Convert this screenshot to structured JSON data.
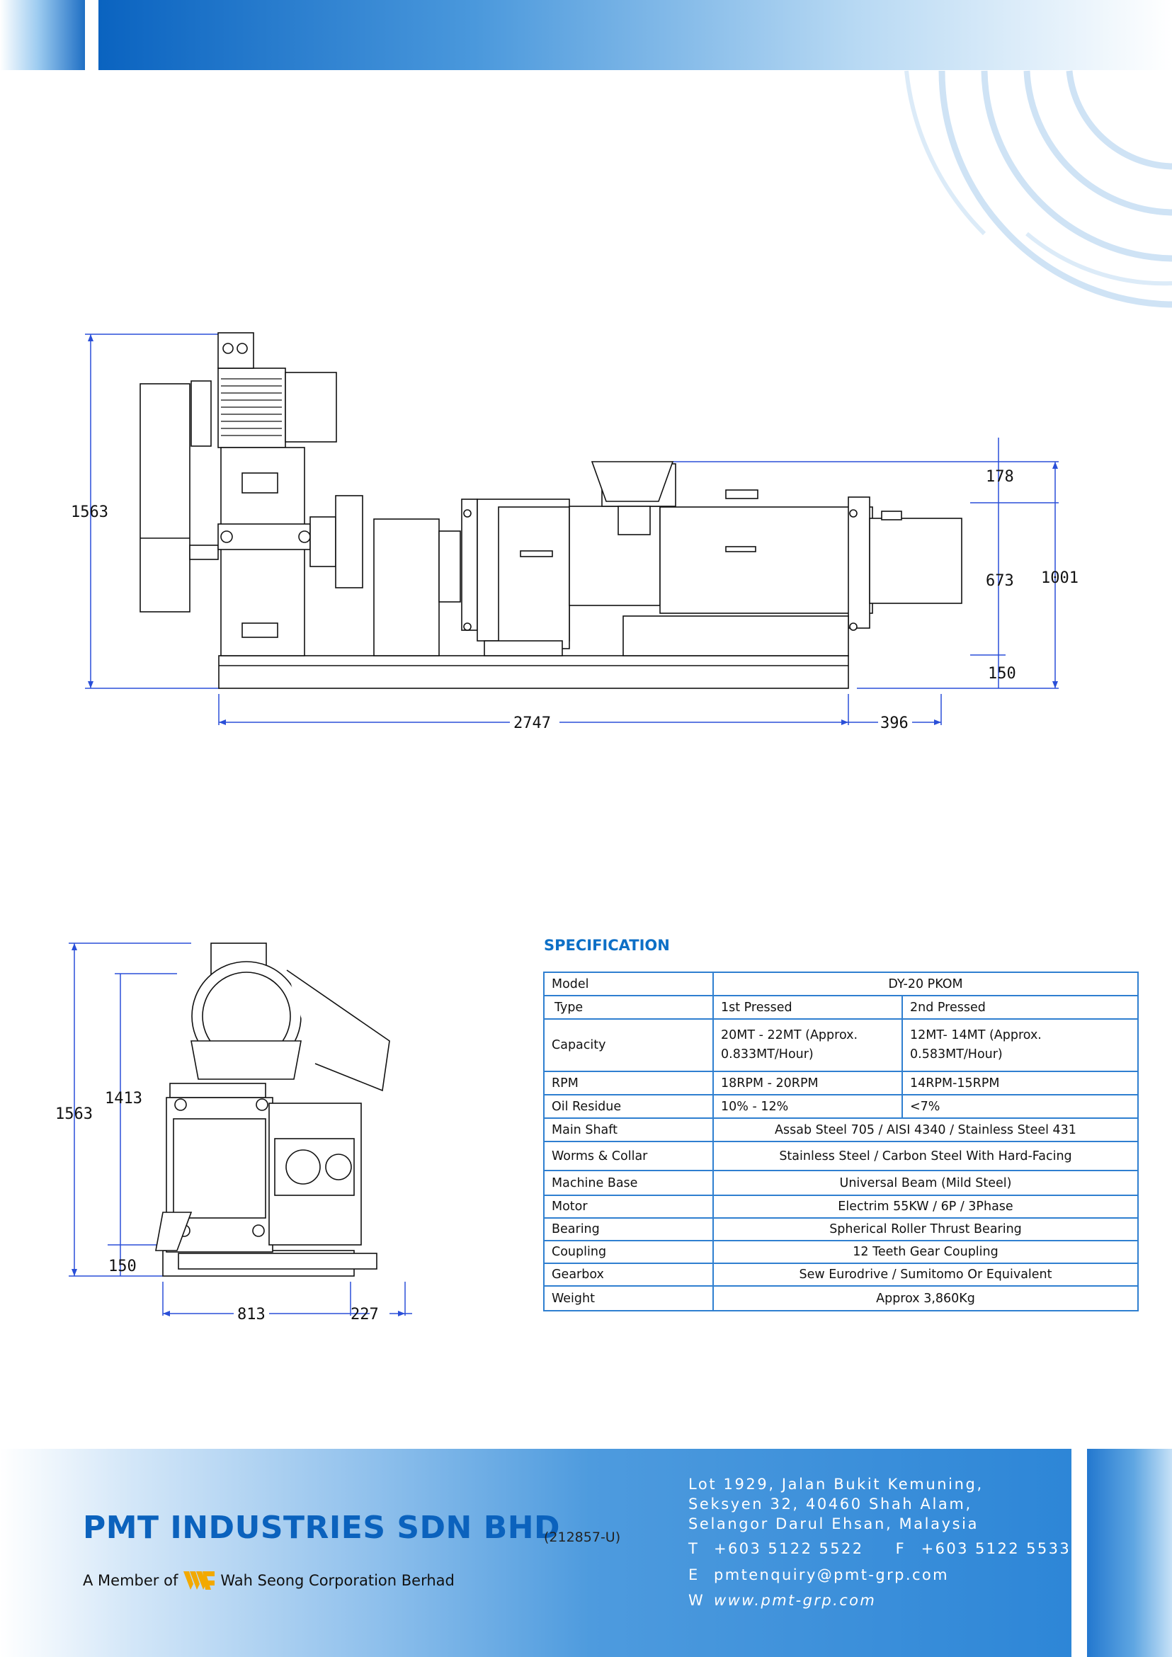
{
  "footer": {
    "company_name": "PMT INDUSTRIES SDN BHD",
    "registration_no": "(212857-U)",
    "member_prefix": "A Member of",
    "member_group": "Wah Seong Corporation Berhad",
    "address_line1": "Lot 1929, Jalan Bukit Kemuning,",
    "address_line2": "Seksyen 32, 40460 Shah Alam,",
    "address_line3": "Selangor Darul Ehsan, Malaysia",
    "tel_label": "T",
    "tel": "+603 5122 5522",
    "fax_label": "F",
    "fax": "+603 5122 5533",
    "email_label": "E",
    "email": "pmtenquiry@pmt-grp.com",
    "web_label": "W",
    "web": "www.pmt-grp.com"
  },
  "side_view": {
    "dim_total_height": "1563",
    "dim_hopper": "178",
    "dim_body": "673",
    "dim_overall_right": "1001",
    "dim_base": "150",
    "dim_length": "2747",
    "dim_extension": "396"
  },
  "end_view": {
    "dim_total_height": "1563",
    "dim_height_2": "1413",
    "dim_base": "150",
    "dim_width": "813",
    "dim_extension": "227"
  },
  "specification": {
    "title": "SPECIFICATION",
    "model_label": "Model",
    "model_value": "DY-20 PKOM",
    "type_label": "Type",
    "type_1": "1st  Pressed",
    "type_2": "2nd  Pressed",
    "capacity_label": "Capacity",
    "capacity_1": "20MT - 22MT (Approx. 0.833MT/Hour)",
    "capacity_2": "12MT- 14MT (Approx. 0.583MT/Hour)",
    "rpm_label": "RPM",
    "rpm_1": "18RPM - 20RPM",
    "rpm_2": "14RPM-15RPM",
    "oil_label": "Oil Residue",
    "oil_1": "10% - 12%",
    "oil_2": "<7%",
    "shaft_label": "Main Shaft",
    "shaft_value": "Assab Steel 705 / AISI 4340 /  Stainless Steel 431",
    "worms_label": "Worms & Collar",
    "worms_value": "Stainless Steel  /  Carbon Steel With Hard-Facing",
    "base_label": "Machine Base",
    "base_value": "Universal Beam (Mild Steel)",
    "motor_label": "Motor",
    "motor_value": "Electrim 55KW / 6P / 3Phase",
    "bearing_label": "Bearing",
    "bearing_value": "Spherical Roller Thrust Bearing",
    "coupling_label": "Coupling",
    "coupling_value": "12 Teeth Gear Coupling",
    "gearbox_label": "Gearbox",
    "gearbox_value": "Sew Eurodrive / Sumitomo Or Equivalent",
    "weight_label": "Weight",
    "weight_value": "Approx 3,860Kg"
  }
}
